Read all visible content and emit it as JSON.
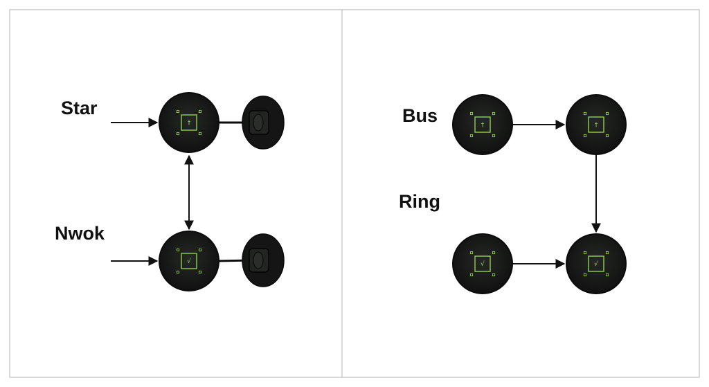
{
  "panels": [
    {
      "labels": [
        "Star",
        "Nwok"
      ],
      "nodes": [
        {
          "id": "a1",
          "glyph": "†"
        },
        {
          "id": "a2",
          "glyph": "√"
        }
      ],
      "connectors": [
        "a1",
        "a2"
      ],
      "edges": [
        {
          "from": "a1",
          "to": "a2",
          "style": "double-arrow"
        }
      ],
      "inputs": [
        "a1",
        "a2"
      ]
    },
    {
      "labels": [
        "Bus",
        "Ring"
      ],
      "nodes": [
        {
          "id": "b1",
          "glyph": "†"
        },
        {
          "id": "b2",
          "glyph": "†"
        },
        {
          "id": "b3",
          "glyph": "√"
        },
        {
          "id": "b4",
          "glyph": "√"
        }
      ],
      "edges": [
        {
          "from": "b1",
          "to": "b2",
          "style": "arrow"
        },
        {
          "from": "b2",
          "to": "b4",
          "style": "arrow"
        },
        {
          "from": "b3",
          "to": "b4",
          "style": "arrow"
        }
      ]
    }
  ],
  "colors": {
    "node_fill": "#1a1b1a",
    "node_rim": "#0b0b0b",
    "chip": "#8fd14f",
    "frame": "#bdbdbd",
    "arrow": "#111111"
  }
}
